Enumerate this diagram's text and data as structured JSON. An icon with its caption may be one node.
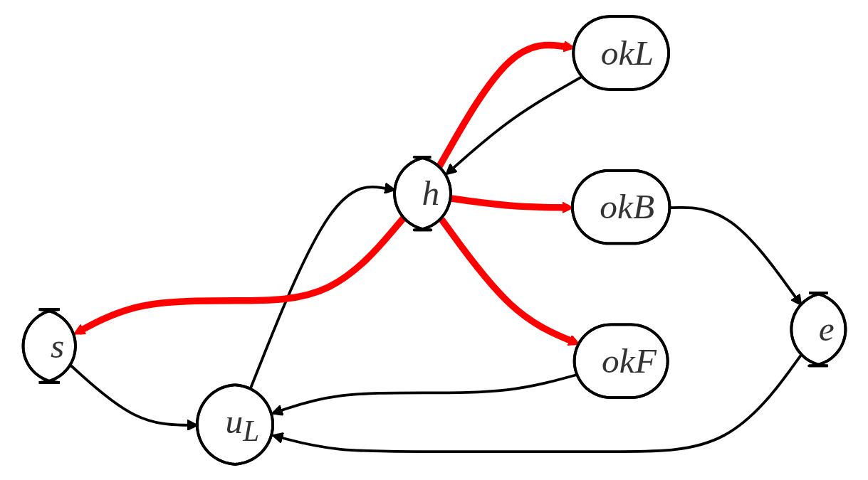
{
  "diagram": {
    "nodes": [
      {
        "text": [
          "s"
        ]
      },
      {
        "text": [
          "okL"
        ]
      },
      {
        "text": [
          "okB"
        ]
      },
      {
        "text": [
          "e"
        ]
      },
      {
        "text": [
          "u$_{L}$"
        ]
      },
      {
        "text": [
          "h"
        ]
      },
      {
        "text": [
          "okF"
        ]
      }
    ],
    "edges": [
      {
        "from": 2,
        "to": 3,
        "arrow": "to"
      },
      {
        "from": 3,
        "to": 4,
        "arrow": "to"
      },
      {
        "from": 0,
        "to": 4,
        "arrow": "to"
      },
      {
        "from": 6,
        "to": 4,
        "arrow": "to"
      },
      {
        "from": 4,
        "to": 5,
        "arrow": "to"
      },
      {
        "from": 1,
        "to": 5,
        "arrow": "to"
      },
      {
        "from": 5,
        "to": 0,
        "arrow": "to",
        "style": "thick",
        "color": "#ff0000"
      },
      {
        "from": 5,
        "to": 2,
        "arrow": "to",
        "style": "thick",
        "color": "#ff0000"
      },
      {
        "from": 5,
        "to": 6,
        "arrow": "to",
        "style": "thick",
        "color": "#ff0000"
      },
      {
        "from": 5,
        "to": 1,
        "arrow": "to",
        "style": "thick",
        "color": "#ff0000"
      }
    ]
  }
}
